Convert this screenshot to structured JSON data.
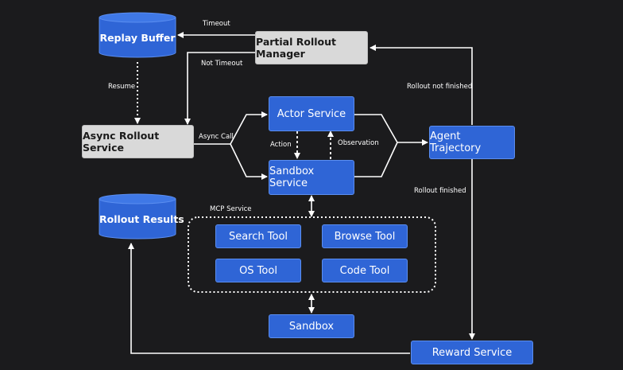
{
  "nodes": {
    "replay_buffer": "Replay Buffer",
    "partial_rollout_manager": "Partial Rollout Manager",
    "async_rollout_service": "Async Rollout Service",
    "actor_service": "Actor Service",
    "sandbox_service": "Sandbox Service",
    "agent_trajectory": "Agent Trajectory",
    "rollout_results": "Rollout Results",
    "search_tool": "Search Tool",
    "browse_tool": "Browse Tool",
    "os_tool": "OS Tool",
    "code_tool": "Code Tool",
    "sandbox": "Sandbox",
    "reward_service": "Reward Service"
  },
  "edge_labels": {
    "timeout": "Timeout",
    "not_timeout": "Not Timeout",
    "resume": "Resume",
    "async_call": "Async Call",
    "action": "Action",
    "observation": "Observation",
    "rollout_not_finished": "Rollout not finished",
    "rollout_finished": "Rollout finished",
    "mcp_service": "MCP Service"
  },
  "colors": {
    "background": "#1b1b1d",
    "node_blue": "#2f65d6",
    "node_grey": "#d9d9d9",
    "line": "#ffffff"
  }
}
